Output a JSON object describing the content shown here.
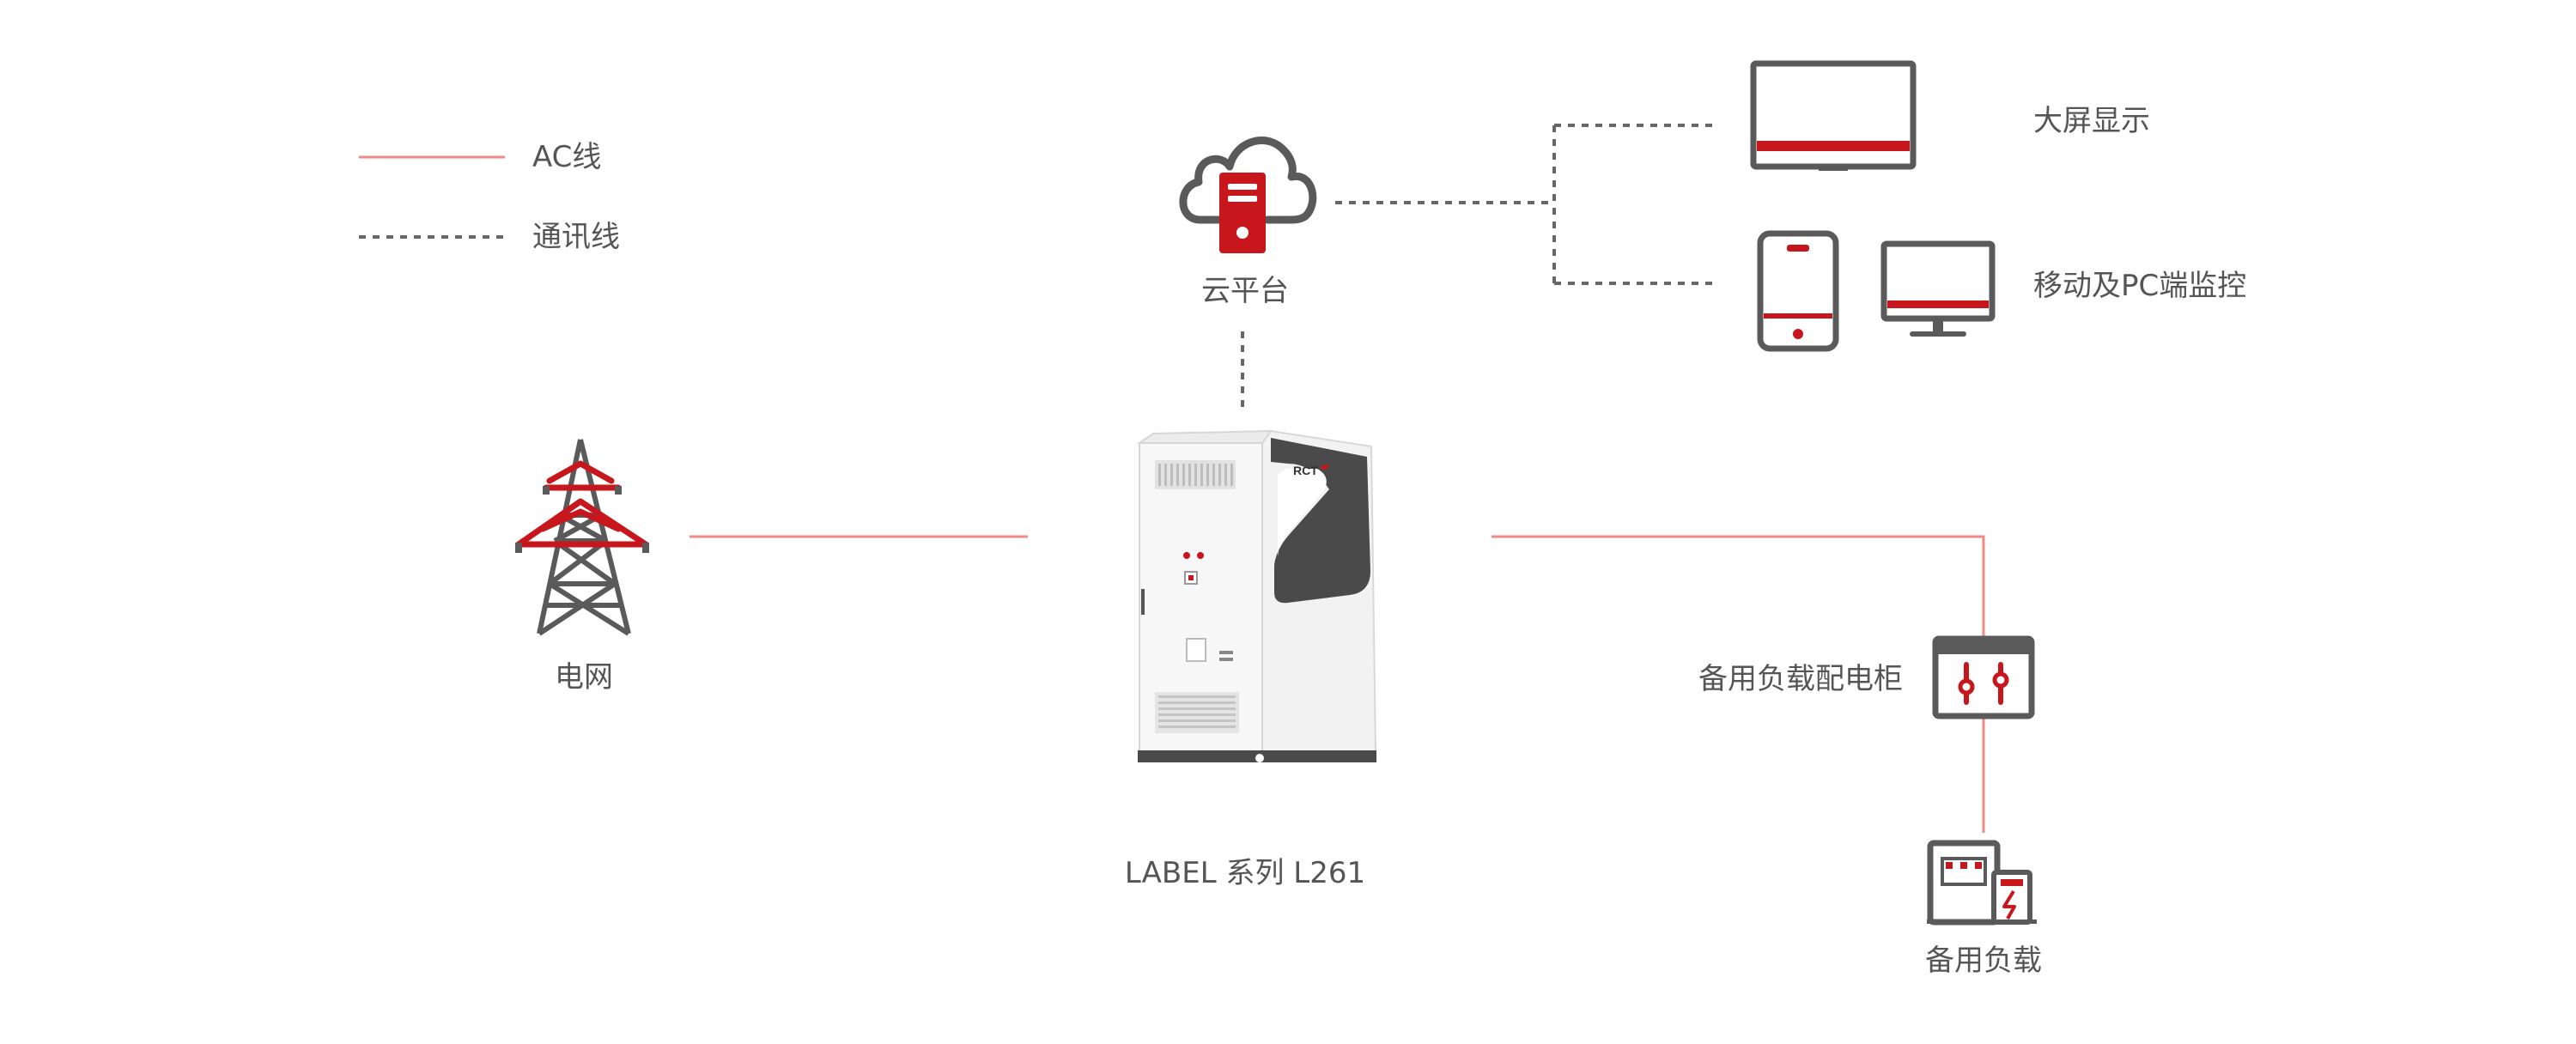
{
  "legend": {
    "ac_line_label": "AC线",
    "comm_line_label": "通讯线"
  },
  "nodes": {
    "cloud_label": "云平台",
    "grid_label": "电网",
    "cabinet_label": "LABEL 系列 L261",
    "cabinet_brand": "RCT",
    "big_screen_label": "大屏显示",
    "mobile_pc_label": "移动及PC端监控",
    "backup_panel_label": "备用负载配电柜",
    "backup_load_label": "备用负载"
  },
  "colors": {
    "accent_red": "#c8161d",
    "ac_line": "#ef8a86",
    "icon_gray": "#5a5a5a",
    "comm_line": "#666666",
    "text": "#555555"
  },
  "icons": {
    "cloud": "cloud-server-icon",
    "grid": "transmission-tower-icon",
    "big_screen": "display-screen-icon",
    "mobile": "smartphone-icon",
    "pc": "desktop-monitor-icon",
    "panel": "distribution-panel-icon",
    "load": "backup-load-icon"
  }
}
